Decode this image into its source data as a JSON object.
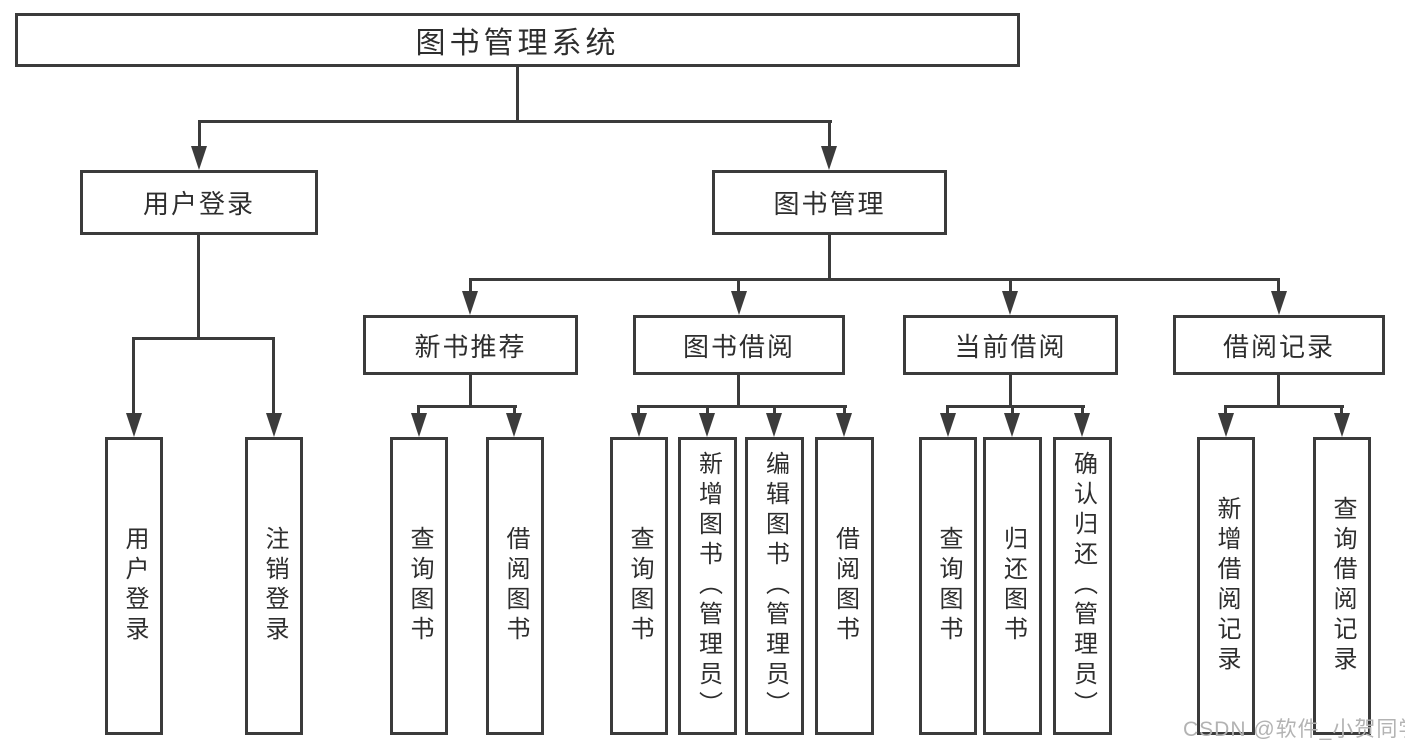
{
  "tree": {
    "root": "图书管理系统",
    "branches": [
      {
        "label": "用户登录",
        "leaves": [
          "用户登录",
          "注销登录"
        ]
      },
      {
        "label": "图书管理",
        "groups": [
          {
            "label": "新书推荐",
            "leaves": [
              "查询图书",
              "借阅图书"
            ]
          },
          {
            "label": "图书借阅",
            "leaves": [
              "查询图书",
              "新增图书（管理员）",
              "编辑图书（管理员）",
              "借阅图书"
            ]
          },
          {
            "label": "当前借阅",
            "leaves": [
              "查询图书",
              "归还图书",
              "确认归还（管理员）"
            ]
          },
          {
            "label": "借阅记录",
            "leaves": [
              "新增借阅记录",
              "查询借阅记录"
            ]
          }
        ]
      }
    ]
  },
  "watermark": "CSDN @软件_小贺同学",
  "colors": {
    "line": "#3b3b3b",
    "text": "#2e2e2e",
    "watermark": "#b3b3b3",
    "background": "#ffffff"
  }
}
